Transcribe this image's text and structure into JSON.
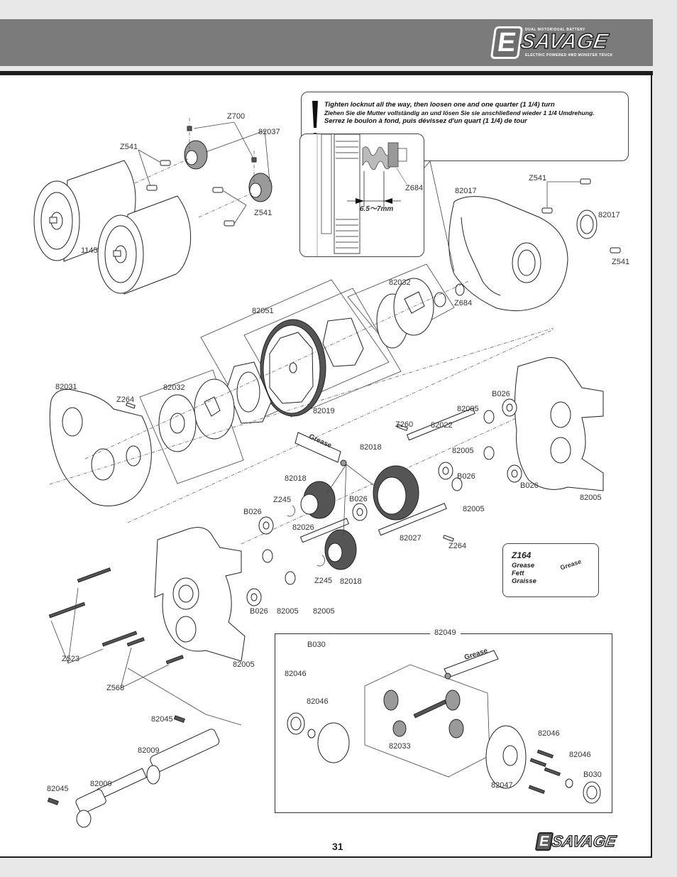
{
  "header": {
    "brand": "SAVAGE",
    "brand_prefix": "E",
    "tagline_top": "DUAL MOTOR/DUAL BATTERY",
    "tagline_bottom": "ELECTRIC POWERED 4WD MONSTER TRUCK"
  },
  "callout": {
    "icon": "exclamation-icon",
    "lines": [
      "Tighten locknut all the way, then loosen one and one quarter (1 1/4) turn",
      "Ziehen Sie die Mutter vollständig an und lösen Sie sie anschließend wieder 1 1/4 Umdrehung.",
      "Serrez le boulon à fond, puis dévissez d'un quart (1 1/4) de tour"
    ],
    "detail_part": "Z684",
    "detail_measure": "6.5〜7mm"
  },
  "grease_note": {
    "code": "Z164",
    "words": [
      "Grease",
      "Fett",
      "Graisse"
    ],
    "tube_label": "Grease"
  },
  "diff_group": {
    "title": "82049",
    "tube_label": "Grease"
  },
  "grease_tube_label": "Grease",
  "part_labels": {
    "z700": "Z700",
    "p82037": "82037",
    "z541_a": "Z541",
    "z541_b": "Z541",
    "z541_c": "Z541",
    "z541_d": "Z541",
    "p1145": "1145",
    "z684_detail": "Z684",
    "p82017_a": "82017",
    "p82017_b": "82017",
    "z684": "Z684",
    "p82032_a": "82032",
    "p82051": "82051",
    "p82031": "82031",
    "z264_a": "Z264",
    "p82032_b": "82032",
    "p82019": "82019",
    "b026_a": "B026",
    "p82005_a": "82005",
    "z260": "Z260",
    "p82022": "82022",
    "p82018_a": "82018",
    "p82005_b": "82005",
    "p82018_b": "82018",
    "b026_b": "B026",
    "z245_a": "Z245",
    "b026_c": "B026",
    "b026_d": "B026",
    "b026_e": "B026",
    "p82026": "82026",
    "p82005_c": "82005",
    "p82005_d": "82005",
    "p82027": "82027",
    "z264_b": "Z264",
    "z245_b": "Z245",
    "p82018_c": "82018",
    "b026_f": "B026",
    "p82005_e": "82005",
    "p82005_f": "82005",
    "z523": "Z523",
    "p82005_g": "82005",
    "z568": "Z568",
    "b030_a": "B030",
    "p82046_a": "82046",
    "p82046_b": "82046",
    "p82033": "82033",
    "p82047": "82047",
    "p82046_c": "82046",
    "p82046_d": "82046",
    "b030_b": "B030",
    "p82045_a": "82045",
    "p82009_a": "82009",
    "p82045_b": "82045",
    "p82009_b": "82009"
  },
  "footer": {
    "page_number": "31",
    "brand": "SAVAGE",
    "brand_prefix": "E"
  }
}
